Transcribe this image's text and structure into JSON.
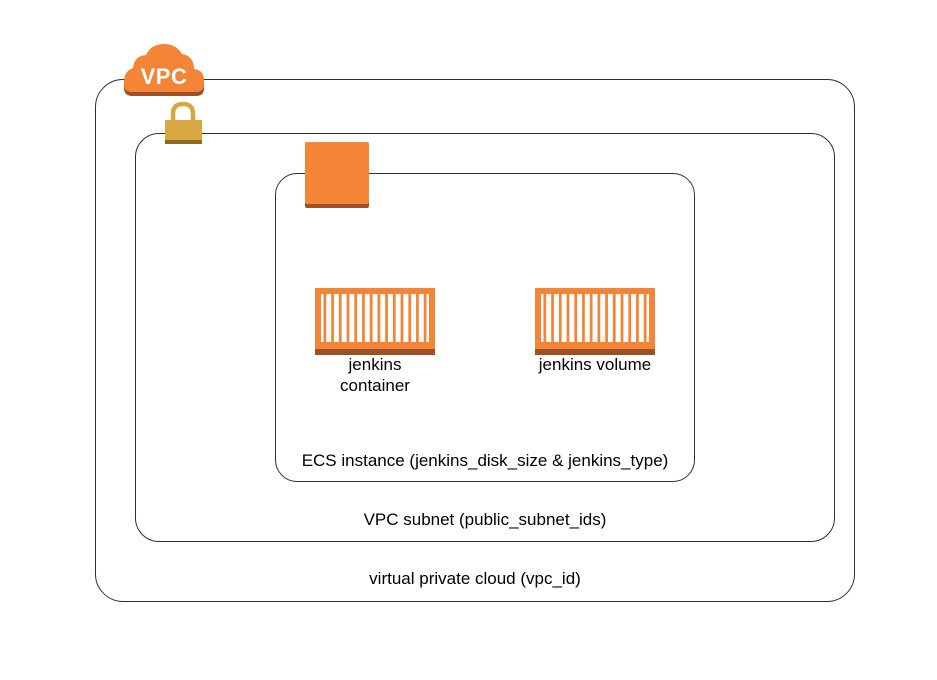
{
  "colors": {
    "orange": "#F58536",
    "orange_dark": "#9D5025",
    "lock_gold": "#D9A741",
    "lock_dark": "#8C6A20",
    "border": "#2f2f2f"
  },
  "icons": {
    "vpc": "vpc-cloud-icon",
    "lock": "lock-icon",
    "ec2": "ec2-instance-icon",
    "container": "container-icon",
    "volume": "volume-icon"
  },
  "vpc": {
    "badge_text": "VPC",
    "label": "virtual private cloud (vpc_id)"
  },
  "subnet": {
    "label": "VPC subnet  (public_subnet_ids)"
  },
  "instance": {
    "label": "ECS instance (jenkins_disk_size & jenkins_type)"
  },
  "container": {
    "label": "jenkins container"
  },
  "volume": {
    "label": "jenkins volume"
  }
}
